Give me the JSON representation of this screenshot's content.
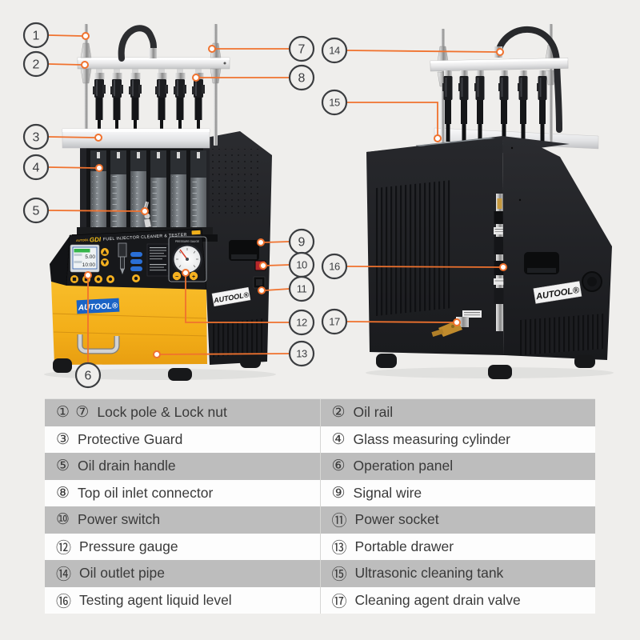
{
  "callouts": [
    "1",
    "2",
    "3",
    "4",
    "5",
    "6",
    "7",
    "8",
    "9",
    "10",
    "11",
    "12",
    "13",
    "14",
    "15",
    "16",
    "17"
  ],
  "legend": {
    "rows": [
      {
        "left_num": "① ⑦",
        "left_label": "Lock pole & Lock nut",
        "right_num": "②",
        "right_label": "Oil rail"
      },
      {
        "left_num": "③",
        "left_label": "Protective Guard",
        "right_num": "④",
        "right_label": "Glass measuring cylinder"
      },
      {
        "left_num": "⑤",
        "left_label": "Oil drain handle",
        "right_num": "⑥",
        "right_label": "Operation panel"
      },
      {
        "left_num": "⑧",
        "left_label": "Top oil inlet connector",
        "right_num": "⑨",
        "right_label": "Signal wire"
      },
      {
        "left_num": "⑩",
        "left_label": "Power switch",
        "right_num": "⑪",
        "right_label": "Power socket"
      },
      {
        "left_num": "⑫",
        "left_label": "Pressure gauge",
        "right_num": "⑬",
        "right_label": "Portable drawer"
      },
      {
        "left_num": "⑭",
        "left_label": "Oil outlet pipe",
        "right_num": "⑮",
        "right_label": "Ultrasonic cleaning tank"
      },
      {
        "left_num": "⑯",
        "left_label": "Testing agent liquid level",
        "right_num": "⑰",
        "right_label": "Cleaning agent drain valve"
      }
    ]
  },
  "machine": {
    "panel_brand": "AUTOOL",
    "panel_model": "GDI",
    "panel_title": "FUEL INJECTOR CLEANER & TESTER",
    "lcd_value_top": "5.00",
    "lcd_value_bottom": "10:00",
    "gauge_label": "PRESSURE GAUGE",
    "btn_minus": "−",
    "btn_plus": "+",
    "front_logo": "AUTOOL®",
    "side_logo": "AUTOOL®",
    "rear_logo": "AUTOOL®"
  },
  "colors": {
    "accent_orange": "#F0722E",
    "machine_yellow": "#F5B120",
    "logo_blue": "#1A63C5",
    "callout_ink": "#3B3D40",
    "legend_row_gray": "#BDBDBD"
  }
}
